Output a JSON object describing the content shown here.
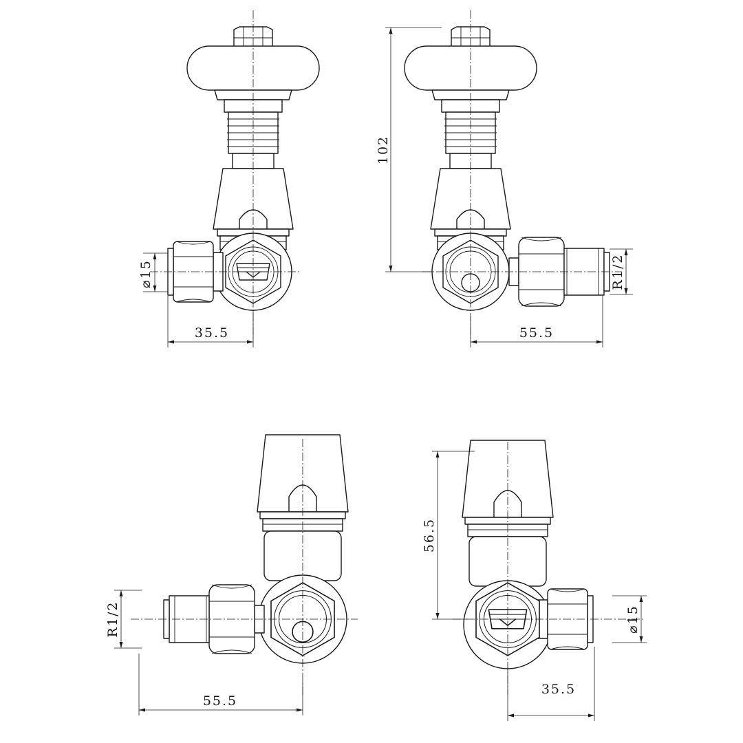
{
  "dimensions": {
    "top_left_pipe_dia": "⌀15",
    "top_left_width": "35.5",
    "top_right_height": "102",
    "top_right_thread": "R1/2",
    "top_right_width": "55.5",
    "bottom_left_thread": "R1/2",
    "bottom_left_width": "55.5",
    "bottom_right_height": "56.5",
    "bottom_right_pipe_dia": "⌀15",
    "bottom_right_width": "35.5"
  }
}
